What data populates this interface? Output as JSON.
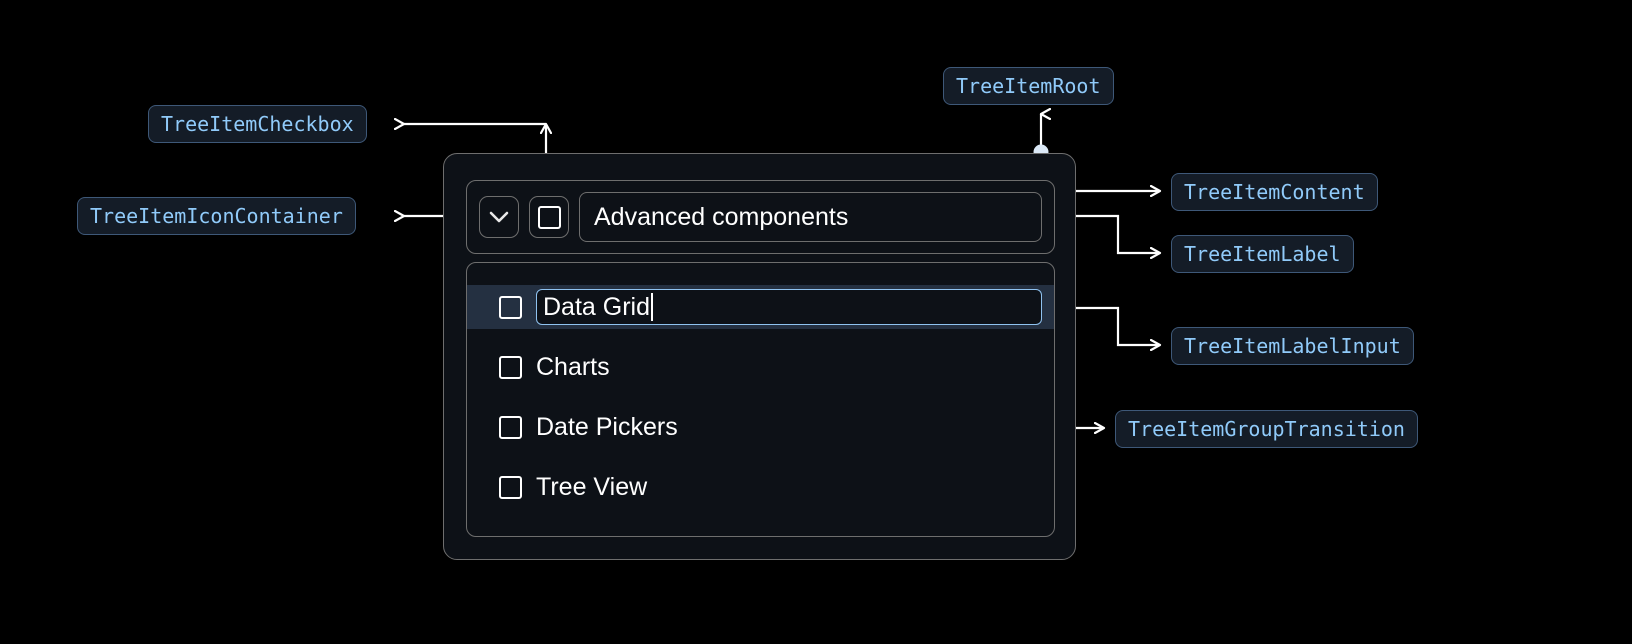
{
  "theme": {
    "background": "#000000",
    "chip_bg": "#141c27",
    "chip_border": "#3e5878",
    "chip_text": "#90caf9",
    "widget_bg": "#0d1117",
    "widget_border": "#6e6e6e",
    "selected_row_bg": "#243041",
    "input_border": "#8fc2ef",
    "connector": "#ffffff",
    "connector_dot": "#dbe9f7",
    "text": "#ffffff"
  },
  "annotations": [
    {
      "id": "tree-item-checkbox",
      "label": "TreeItemCheckbox"
    },
    {
      "id": "tree-item-icon-container",
      "label": "TreeItemIconContainer"
    },
    {
      "id": "tree-item-root",
      "label": "TreeItemRoot"
    },
    {
      "id": "tree-item-content",
      "label": "TreeItemContent"
    },
    {
      "id": "tree-item-label",
      "label": "TreeItemLabel"
    },
    {
      "id": "tree-item-label-input",
      "label": "TreeItemLabelInput"
    },
    {
      "id": "tree-item-group-transition",
      "label": "TreeItemGroupTransition"
    }
  ],
  "widget": {
    "header": {
      "expand_icon": "chevron-down-icon",
      "checkbox_checked": false,
      "label": "Advanced components"
    },
    "items": [
      {
        "label": "Data Grid",
        "checked": false,
        "editing": true,
        "selected": true
      },
      {
        "label": "Charts",
        "checked": false,
        "editing": false,
        "selected": false
      },
      {
        "label": "Date Pickers",
        "checked": false,
        "editing": false,
        "selected": false
      },
      {
        "label": "Tree View",
        "checked": false,
        "editing": false,
        "selected": false
      }
    ],
    "editing_value": "Data Grid"
  }
}
